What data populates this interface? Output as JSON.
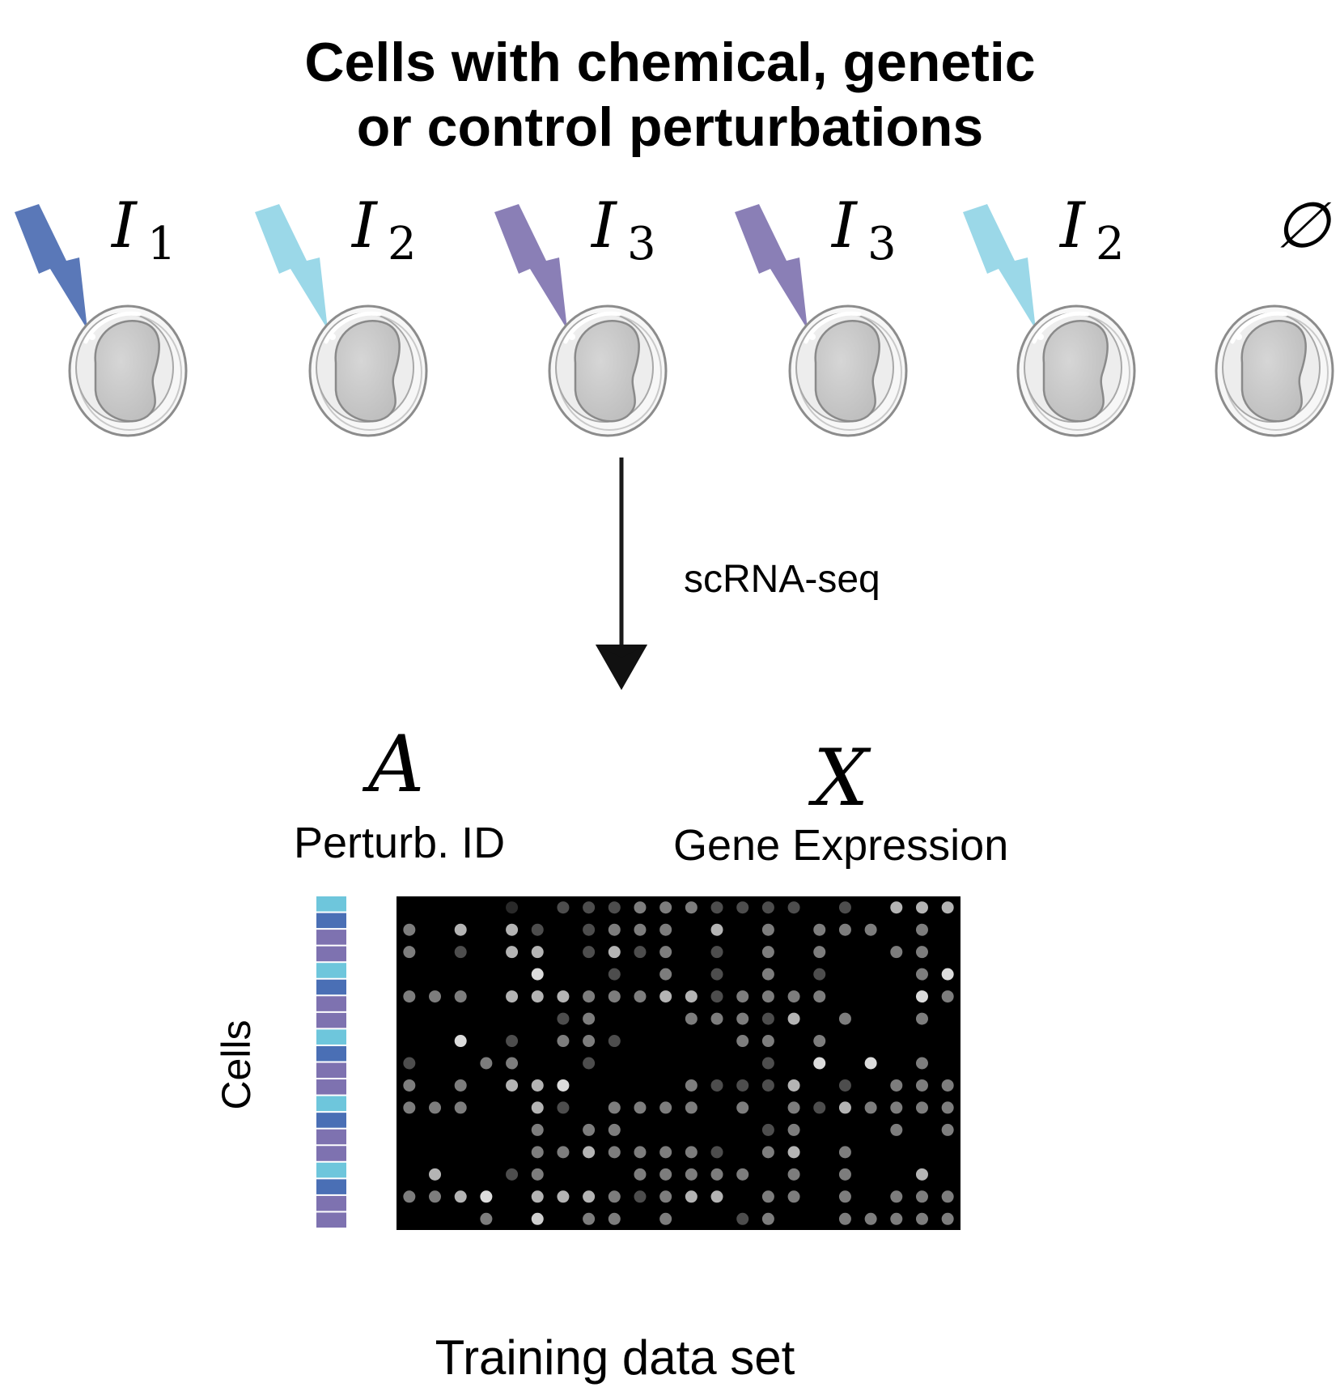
{
  "title": {
    "line1": "Cells with chemical, genetic",
    "line2": "or control perturbations"
  },
  "colors": {
    "perturb_dark_blue": "#4a6fb5",
    "perturb_light_blue": "#6ec6dc",
    "perturb_purple": "#7e72b0",
    "bolt_dark_blue": "#5a78b8",
    "bolt_light_blue": "#9bd8e8",
    "bolt_purple": "#8a7fb6",
    "matrix_background": "#000000"
  },
  "cells": [
    {
      "label": "I",
      "subscript": "1",
      "bolt": "dark-blue"
    },
    {
      "label": "I",
      "subscript": "2",
      "bolt": "light-blue"
    },
    {
      "label": "I",
      "subscript": "3",
      "bolt": "purple"
    },
    {
      "label": "I",
      "subscript": "3",
      "bolt": "purple"
    },
    {
      "label": "I",
      "subscript": "2",
      "bolt": "light-blue"
    },
    {
      "label": "∅",
      "subscript": "",
      "bolt": "none"
    }
  ],
  "arrow_label": "scRNA-seq",
  "matrix_a": {
    "symbol": "A",
    "caption": "Perturb. ID"
  },
  "matrix_x": {
    "symbol": "X",
    "caption": "Gene Expression"
  },
  "cells_axis_label": "Cells",
  "footer": "Training data set",
  "perturb_id_column": [
    "light-blue",
    "dark-blue",
    "purple",
    "purple",
    "light-blue",
    "dark-blue",
    "purple",
    "purple",
    "light-blue",
    "dark-blue",
    "purple",
    "purple",
    "light-blue",
    "dark-blue",
    "purple",
    "purple",
    "light-blue",
    "dark-blue",
    "purple",
    "purple"
  ],
  "expression_grid": [
    "0000102223332222020444",
    "3040420233304030333030",
    "3020440242302030300330",
    "0000050020302030200035",
    "3330444333442333300053",
    "0000002300033324030030",
    "0050203320000330300000",
    "2003300200000020505030",
    "3030445000032224020333",
    "3330042033330303243333",
    "0000030330000023000303",
    "0000033433332034030000",
    "0400230003333303030040",
    "3345044432344033030333",
    "0003060330300230033333"
  ]
}
